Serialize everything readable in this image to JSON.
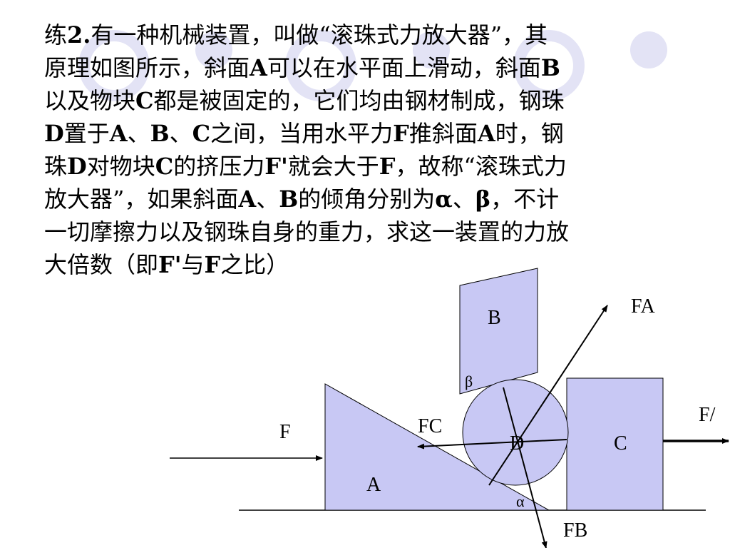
{
  "problem": {
    "lines": [
      [
        {
          "t": "练"
        },
        {
          "t": "2.",
          "b": true
        },
        {
          "t": "有一种机械装置，叫做“滚珠式力放大器”，其"
        }
      ],
      [
        {
          "t": "原理如图所示，斜面"
        },
        {
          "t": "A",
          "b": true
        },
        {
          "t": "可以在水平面上滑动，斜面"
        },
        {
          "t": "B",
          "b": true
        }
      ],
      [
        {
          "t": "以及物块"
        },
        {
          "t": "C",
          "b": true
        },
        {
          "t": "都是被固定的，它们均由钢材制成，钢珠"
        }
      ],
      [
        {
          "t": "D",
          "b": true
        },
        {
          "t": "置于"
        },
        {
          "t": "A",
          "b": true
        },
        {
          "t": "、"
        },
        {
          "t": "B",
          "b": true
        },
        {
          "t": "、"
        },
        {
          "t": "C",
          "b": true
        },
        {
          "t": "之间，当用水平力"
        },
        {
          "t": "F",
          "b": true
        },
        {
          "t": "推斜面"
        },
        {
          "t": "A",
          "b": true
        },
        {
          "t": "时，钢"
        }
      ],
      [
        {
          "t": "珠"
        },
        {
          "t": "D",
          "b": true
        },
        {
          "t": "对物块"
        },
        {
          "t": "C",
          "b": true
        },
        {
          "t": "的挤压力"
        },
        {
          "t": "F'",
          "b": true
        },
        {
          "t": "就会大于"
        },
        {
          "t": "F",
          "b": true
        },
        {
          "t": "，故称“滚珠式力"
        }
      ],
      [
        {
          "t": "放大器”，如果斜面"
        },
        {
          "t": "A",
          "b": true
        },
        {
          "t": "、"
        },
        {
          "t": "B",
          "b": true
        },
        {
          "t": "的倾角分别为"
        },
        {
          "t": "α",
          "b": true
        },
        {
          "t": "、"
        },
        {
          "t": "β",
          "b": true
        },
        {
          "t": "，不计"
        }
      ],
      [
        {
          "t": "一切摩擦力以及钢珠自身的重力，求这一装置的力放"
        }
      ],
      [
        {
          "t": "大倍数（即"
        },
        {
          "t": "F'",
          "b": true
        },
        {
          "t": "与"
        },
        {
          "t": "F",
          "b": true
        },
        {
          "t": "之比）"
        }
      ]
    ]
  },
  "diagram": {
    "labels": {
      "A": "A",
      "B": "B",
      "C": "C",
      "D": "D",
      "F": "F",
      "F_prime": "F/",
      "FA": "FA",
      "FB": "FB",
      "FC": "FC",
      "alpha": "α",
      "beta": "β"
    },
    "colors": {
      "shape_fill": "#c8c8f4",
      "deco_fill": "#e3e3f5",
      "stroke": "#000000",
      "background": "#ffffff"
    }
  }
}
